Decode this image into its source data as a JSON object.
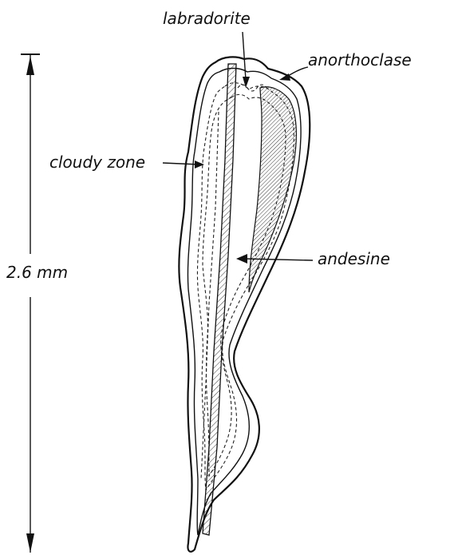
{
  "labels": {
    "labradorite": "labradorite",
    "anorthoclase": "anorthoclase",
    "cloudy_zone": "cloudy zone",
    "andesine": "andesine",
    "scale": "2.6 mm"
  },
  "colors": {
    "ink": "#111111",
    "background": "#ffffff"
  }
}
